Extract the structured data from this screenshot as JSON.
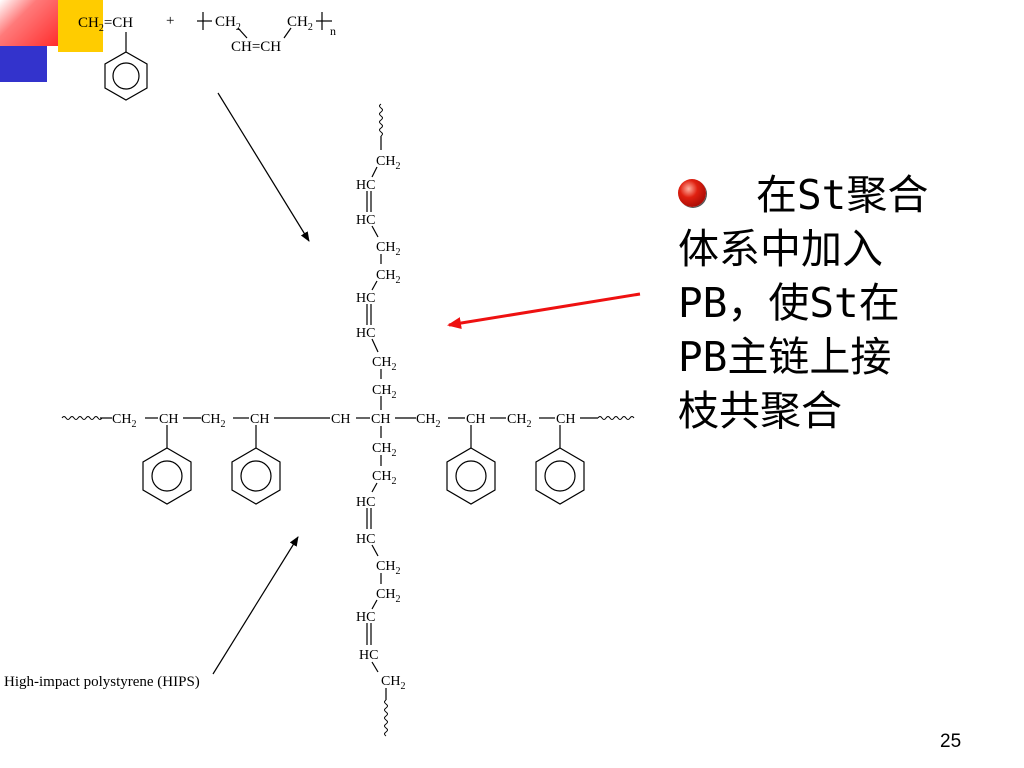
{
  "decor": {
    "colors": {
      "red": "#ff2a2a",
      "yellow": "#ffcc00",
      "blue": "#3333cc"
    }
  },
  "reaction": {
    "styrene": {
      "formula_main": "CH",
      "formula_sub": "2",
      "formula_rest": "=CH"
    },
    "plus": "+",
    "polybutadiene": {
      "ch2_left_main": "CH",
      "ch2_left_sub": "2",
      "ch2_right_main": "CH",
      "ch2_right_sub": "2",
      "double_bond": "CH=CH",
      "repeat_n": "n"
    }
  },
  "graft": {
    "upper_chain": [
      {
        "main": "CH",
        "sub": "2"
      },
      {
        "main": "HC",
        "sub": ""
      },
      {
        "main": "HC",
        "sub": ""
      },
      {
        "main": "CH",
        "sub": "2"
      },
      {
        "main": "CH",
        "sub": "2"
      },
      {
        "main": "HC",
        "sub": ""
      },
      {
        "main": "HC",
        "sub": ""
      },
      {
        "main": "CH",
        "sub": "2"
      },
      {
        "main": "CH",
        "sub": "2"
      }
    ],
    "backbone": [
      {
        "main": "CH",
        "sub": "2"
      },
      {
        "main": "CH",
        "sub": ""
      },
      {
        "main": "CH",
        "sub": "2"
      },
      {
        "main": "CH",
        "sub": ""
      },
      {
        "main": "CH",
        "sub": ""
      },
      {
        "main": "CH",
        "sub": ""
      },
      {
        "main": "CH",
        "sub": "2"
      },
      {
        "main": "CH",
        "sub": ""
      },
      {
        "main": "CH",
        "sub": "2"
      },
      {
        "main": "CH",
        "sub": ""
      }
    ],
    "lower_chain": [
      {
        "main": "CH",
        "sub": "2"
      },
      {
        "main": "CH",
        "sub": "2"
      },
      {
        "main": "HC",
        "sub": ""
      },
      {
        "main": "HC",
        "sub": ""
      },
      {
        "main": "CH",
        "sub": "2"
      },
      {
        "main": "CH",
        "sub": "2"
      },
      {
        "main": "HC",
        "sub": ""
      },
      {
        "main": "HC",
        "sub": ""
      },
      {
        "main": "CH",
        "sub": "2"
      }
    ]
  },
  "arrows": {
    "highlight_color": "#ee1111"
  },
  "hips_label": "High-impact polystyrene (HIPS)",
  "slide_text": {
    "bullet_icon": "red-sphere-bullet-icon",
    "lines": [
      "在St聚合",
      "体系中加入",
      "PB，使St在",
      "PB主链上接",
      "枝共聚合"
    ]
  },
  "page_number": "25"
}
